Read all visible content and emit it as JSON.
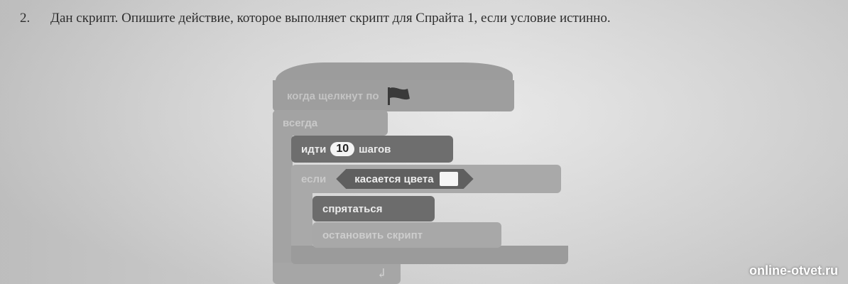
{
  "question": {
    "number": "2.",
    "text": "Дан скрипт. Опишите действие, которое выполняет скрипт для Спрайта 1, если условие истинно."
  },
  "script": {
    "hat_label": "когда щелкнут по",
    "hat_icon": "flag-icon",
    "forever_label": "всегда",
    "move_label_before": "идти",
    "move_steps": "10",
    "move_label_after": "шагов",
    "if_label": "если",
    "sensing_label": "касается цвета",
    "sensing_color": "#f5f5f5",
    "hide_label": "спрятаться",
    "stop_label": "остановить скрипт"
  },
  "watermark": "online-otvet.ru"
}
